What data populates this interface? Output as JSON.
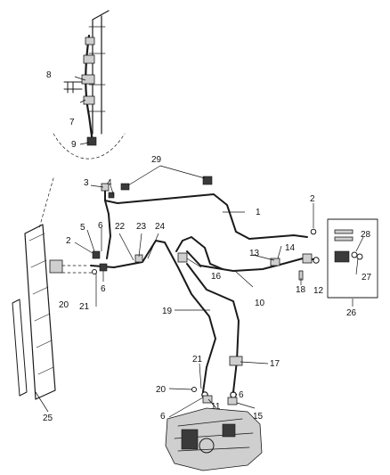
{
  "callouts": [
    {
      "id": "c1",
      "label": "1"
    },
    {
      "id": "c2a",
      "label": "2"
    },
    {
      "id": "c2b",
      "label": "2"
    },
    {
      "id": "c3",
      "label": "3"
    },
    {
      "id": "c4",
      "label": "4"
    },
    {
      "id": "c5",
      "label": "5"
    },
    {
      "id": "c6a",
      "label": "6"
    },
    {
      "id": "c6b",
      "label": "6"
    },
    {
      "id": "c6c",
      "label": "6"
    },
    {
      "id": "c6d",
      "label": "6"
    },
    {
      "id": "c7",
      "label": "7"
    },
    {
      "id": "c8",
      "label": "8"
    },
    {
      "id": "c9",
      "label": "9"
    },
    {
      "id": "c10",
      "label": "10"
    },
    {
      "id": "c11",
      "label": "11"
    },
    {
      "id": "c12",
      "label": "12"
    },
    {
      "id": "c13",
      "label": "13"
    },
    {
      "id": "c14",
      "label": "14"
    },
    {
      "id": "c15",
      "label": "15"
    },
    {
      "id": "c16",
      "label": "16"
    },
    {
      "id": "c17",
      "label": "17"
    },
    {
      "id": "c18",
      "label": "18"
    },
    {
      "id": "c19",
      "label": "19"
    },
    {
      "id": "c20a",
      "label": "20"
    },
    {
      "id": "c20b",
      "label": "20"
    },
    {
      "id": "c21a",
      "label": "21"
    },
    {
      "id": "c21b",
      "label": "21"
    },
    {
      "id": "c22",
      "label": "22"
    },
    {
      "id": "c23",
      "label": "23"
    },
    {
      "id": "c24",
      "label": "24"
    },
    {
      "id": "c25",
      "label": "25"
    },
    {
      "id": "c26",
      "label": "26"
    },
    {
      "id": "c27",
      "label": "27"
    },
    {
      "id": "c28",
      "label": "28"
    },
    {
      "id": "c29",
      "label": "29"
    }
  ]
}
